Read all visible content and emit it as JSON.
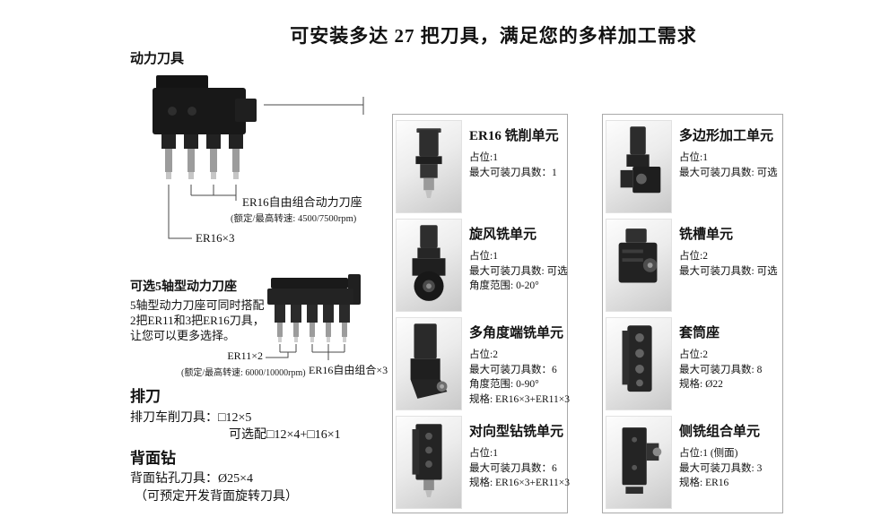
{
  "title": "可安装多达 27 把刀具，满足您的多样加工需求",
  "power_section": {
    "heading": "动力刀具",
    "er16_holder": {
      "label": "ER16自由组合动力刀座",
      "spec": "(额定/最高转速: 4500/7500rpm)",
      "count": "ER16×3"
    },
    "axis5": {
      "heading": "可选5轴型动力刀座",
      "desc": [
        "5轴型动力刀座可同时搭配",
        "2把ER11和3把ER16刀具，",
        "让您可以更多选择。"
      ],
      "er11_count": "ER11×2",
      "er11_spec": "(额定/最高转速: 6000/10000rpm)",
      "er16_label": "ER16自由组合×3"
    }
  },
  "gang_section": {
    "heading": "排刀",
    "line1": "排刀车削刀具：□12×5",
    "line2": "可选配□12×4+□16×1"
  },
  "back_section": {
    "heading": "背面钻",
    "line1": "背面钻孔刀具：Ø25×4",
    "line2": "（可预定开发背面旋转刀具）"
  },
  "units": {
    "col1": [
      {
        "title": "ER16 铣削单元",
        "specs": [
          "占位:1",
          "最大可装刀具数：1"
        ]
      },
      {
        "title": "旋风铣单元",
        "specs": [
          "占位:1",
          "最大可装刀具数: 可选",
          "角度范围: 0-20°"
        ]
      },
      {
        "title": "多角度端铣单元",
        "specs": [
          "占位:2",
          "最大可装刀具数：6",
          "角度范围: 0-90°",
          "规格: ER16×3+ER11×3"
        ]
      },
      {
        "title": "对向型钻铣单元",
        "specs": [
          "占位:1",
          "最大可装刀具数：6",
          "规格: ER16×3+ER11×3"
        ]
      }
    ],
    "col2": [
      {
        "title": "多边形加工单元",
        "specs": [
          "占位:1",
          "最大可装刀具数: 可选"
        ]
      },
      {
        "title": "铣槽单元",
        "specs": [
          "占位:2",
          "最大可装刀具数: 可选"
        ]
      },
      {
        "title": "套筒座",
        "specs": [
          "占位:2",
          "最大可装刀具数: 8",
          "规格: Ø22"
        ]
      },
      {
        "title": "侧铣组合单元",
        "specs": [
          "占位:1 (侧面)",
          "最大可装刀具数: 3",
          "规格: ER16"
        ]
      }
    ]
  },
  "colors": {
    "text": "#111111",
    "box_border": "#a9a9a9"
  }
}
